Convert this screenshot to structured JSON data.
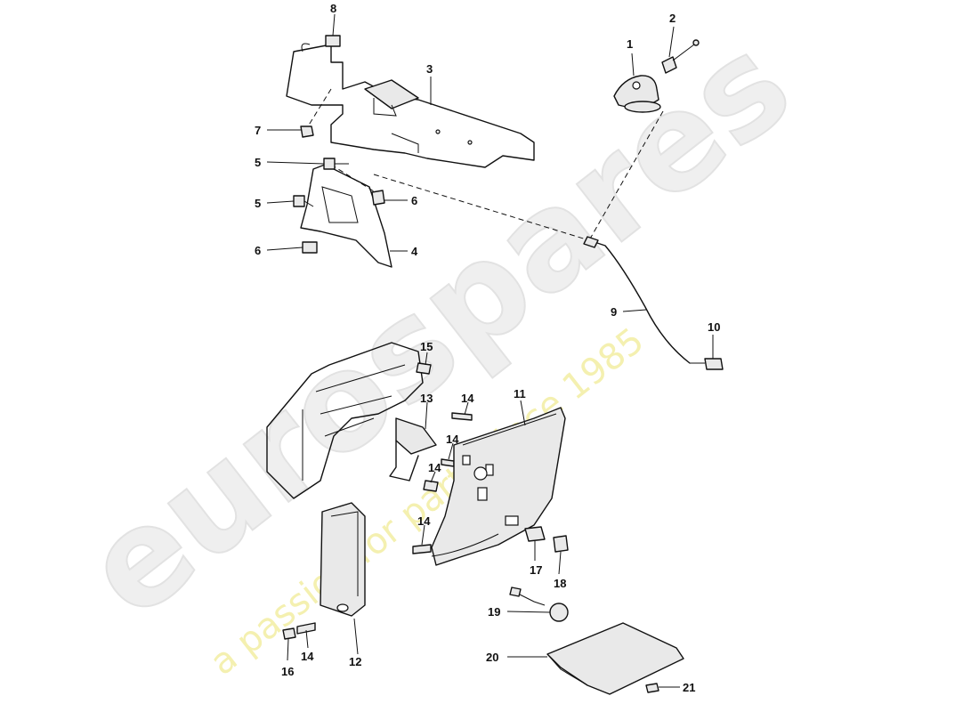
{
  "watermark": {
    "brand": "eurospares",
    "slogan": "a passion for parts since 1985"
  },
  "callouts": [
    "1",
    "2",
    "3",
    "4",
    "5",
    "5",
    "6",
    "6",
    "7",
    "8",
    "9",
    "10",
    "11",
    "12",
    "13",
    "14",
    "14",
    "14",
    "14",
    "14",
    "15",
    "16",
    "17",
    "18",
    "19",
    "20",
    "21"
  ]
}
